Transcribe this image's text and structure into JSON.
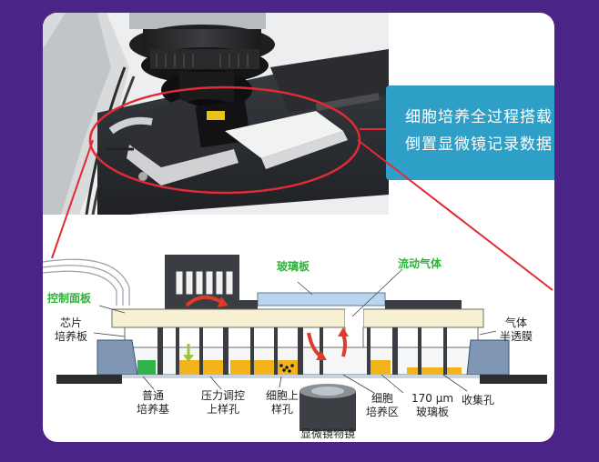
{
  "callout": {
    "line1": "细胞培养全过程搭载",
    "line2": "倒置显微镜记录数据"
  },
  "labels": {
    "control_panel": "控制面板",
    "glass_plate": "玻璃板",
    "flowing_gas": "流动气体",
    "chip_line1": "芯片",
    "chip_line2": "培养板",
    "gas_line1": "气体",
    "gas_line2": "半透膜",
    "medium_line1": "普通",
    "medium_line2": "培养基",
    "pressure_line1": "压力调控",
    "pressure_line2": "上样孔",
    "cell_inlet_line1": "细胞上",
    "cell_inlet_line2": "样孔",
    "culture_area_line1": "细胞",
    "culture_area_line2": "培养区",
    "glass_170_line1": "170 μm",
    "glass_170_line2": "玻璃板",
    "collection_hole": "收集孔",
    "objective": "显微镜物镜"
  },
  "colors": {
    "background": "#4b2488",
    "callout": "#2ea0c8",
    "highlight_ellipse": "#e32b35",
    "label_green": "#2db33a",
    "medium_green": "#2fb34a",
    "wells_yellow": "#f3b31a",
    "arrow_red": "#e03a2a"
  }
}
